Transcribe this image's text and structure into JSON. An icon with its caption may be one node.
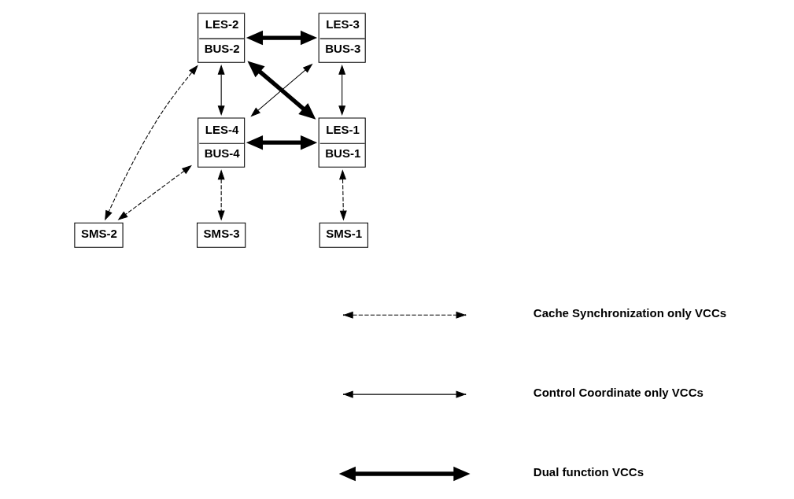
{
  "diagram": {
    "nodes": [
      {
        "text": [
          "LES-2",
          "BUS-2"
        ]
      },
      {
        "text": [
          "LES-3",
          "BUS-3"
        ]
      },
      {
        "text": [
          "LES-1",
          "BUS-1"
        ]
      },
      {
        "text": [
          "LES-4",
          "BUS-4"
        ]
      },
      {
        "text": [
          "SMS-2"
        ]
      },
      {
        "text": [
          "SMS-1"
        ]
      },
      {
        "text": [
          "SMS-3"
        ]
      }
    ],
    "edges": [
      {
        "from": 2,
        "to": 0,
        "arrow": "both",
        "style": "thick"
      },
      {
        "from": 0,
        "to": 1,
        "arrow": "both",
        "style": "thick"
      },
      {
        "from": 2,
        "to": 1,
        "arrow": "both"
      },
      {
        "from": 0,
        "to": 3,
        "arrow": "both"
      },
      {
        "from": 1,
        "to": 3,
        "arrow": "both"
      },
      {
        "from": 2,
        "to": 3,
        "arrow": "both",
        "style": "thick"
      },
      {
        "from": 0,
        "to": 4,
        "arrow": "both",
        "style": "dashed"
      },
      {
        "from": 2,
        "to": 5,
        "arrow": "both",
        "style": "dashed"
      },
      {
        "from": 3,
        "to": 4,
        "arrow": "both",
        "style": "dashed"
      },
      {
        "from": 3,
        "to": 6,
        "arrow": "both",
        "style": "dashed"
      }
    ],
    "legend": [
      {
        "text": "Cache Synchronization only VCCs"
      },
      {
        "text": "Control Coordinate only VCCs"
      },
      {
        "text": "Dual function VCCs"
      }
    ]
  }
}
